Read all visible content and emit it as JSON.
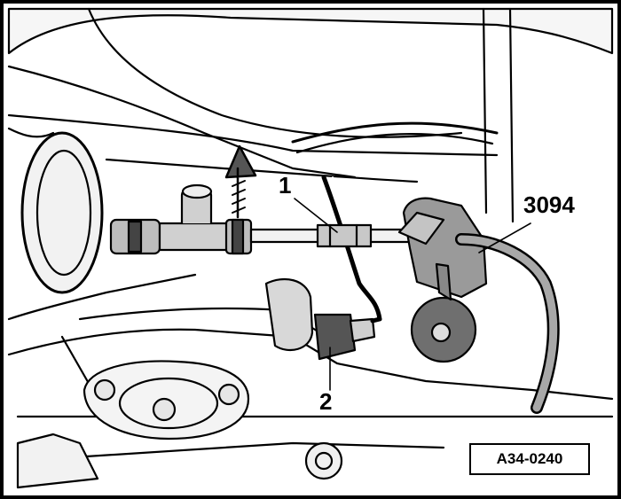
{
  "callouts": {
    "part_1": "1",
    "part_2": "2",
    "tool": "3094"
  },
  "figure_id": "A34-0240",
  "colors": {
    "line": "#000000",
    "fill_light": "#f4f4f4",
    "fill_mid": "#bdbdbd",
    "fill_dark": "#8a8a8a",
    "background": "#ffffff"
  }
}
